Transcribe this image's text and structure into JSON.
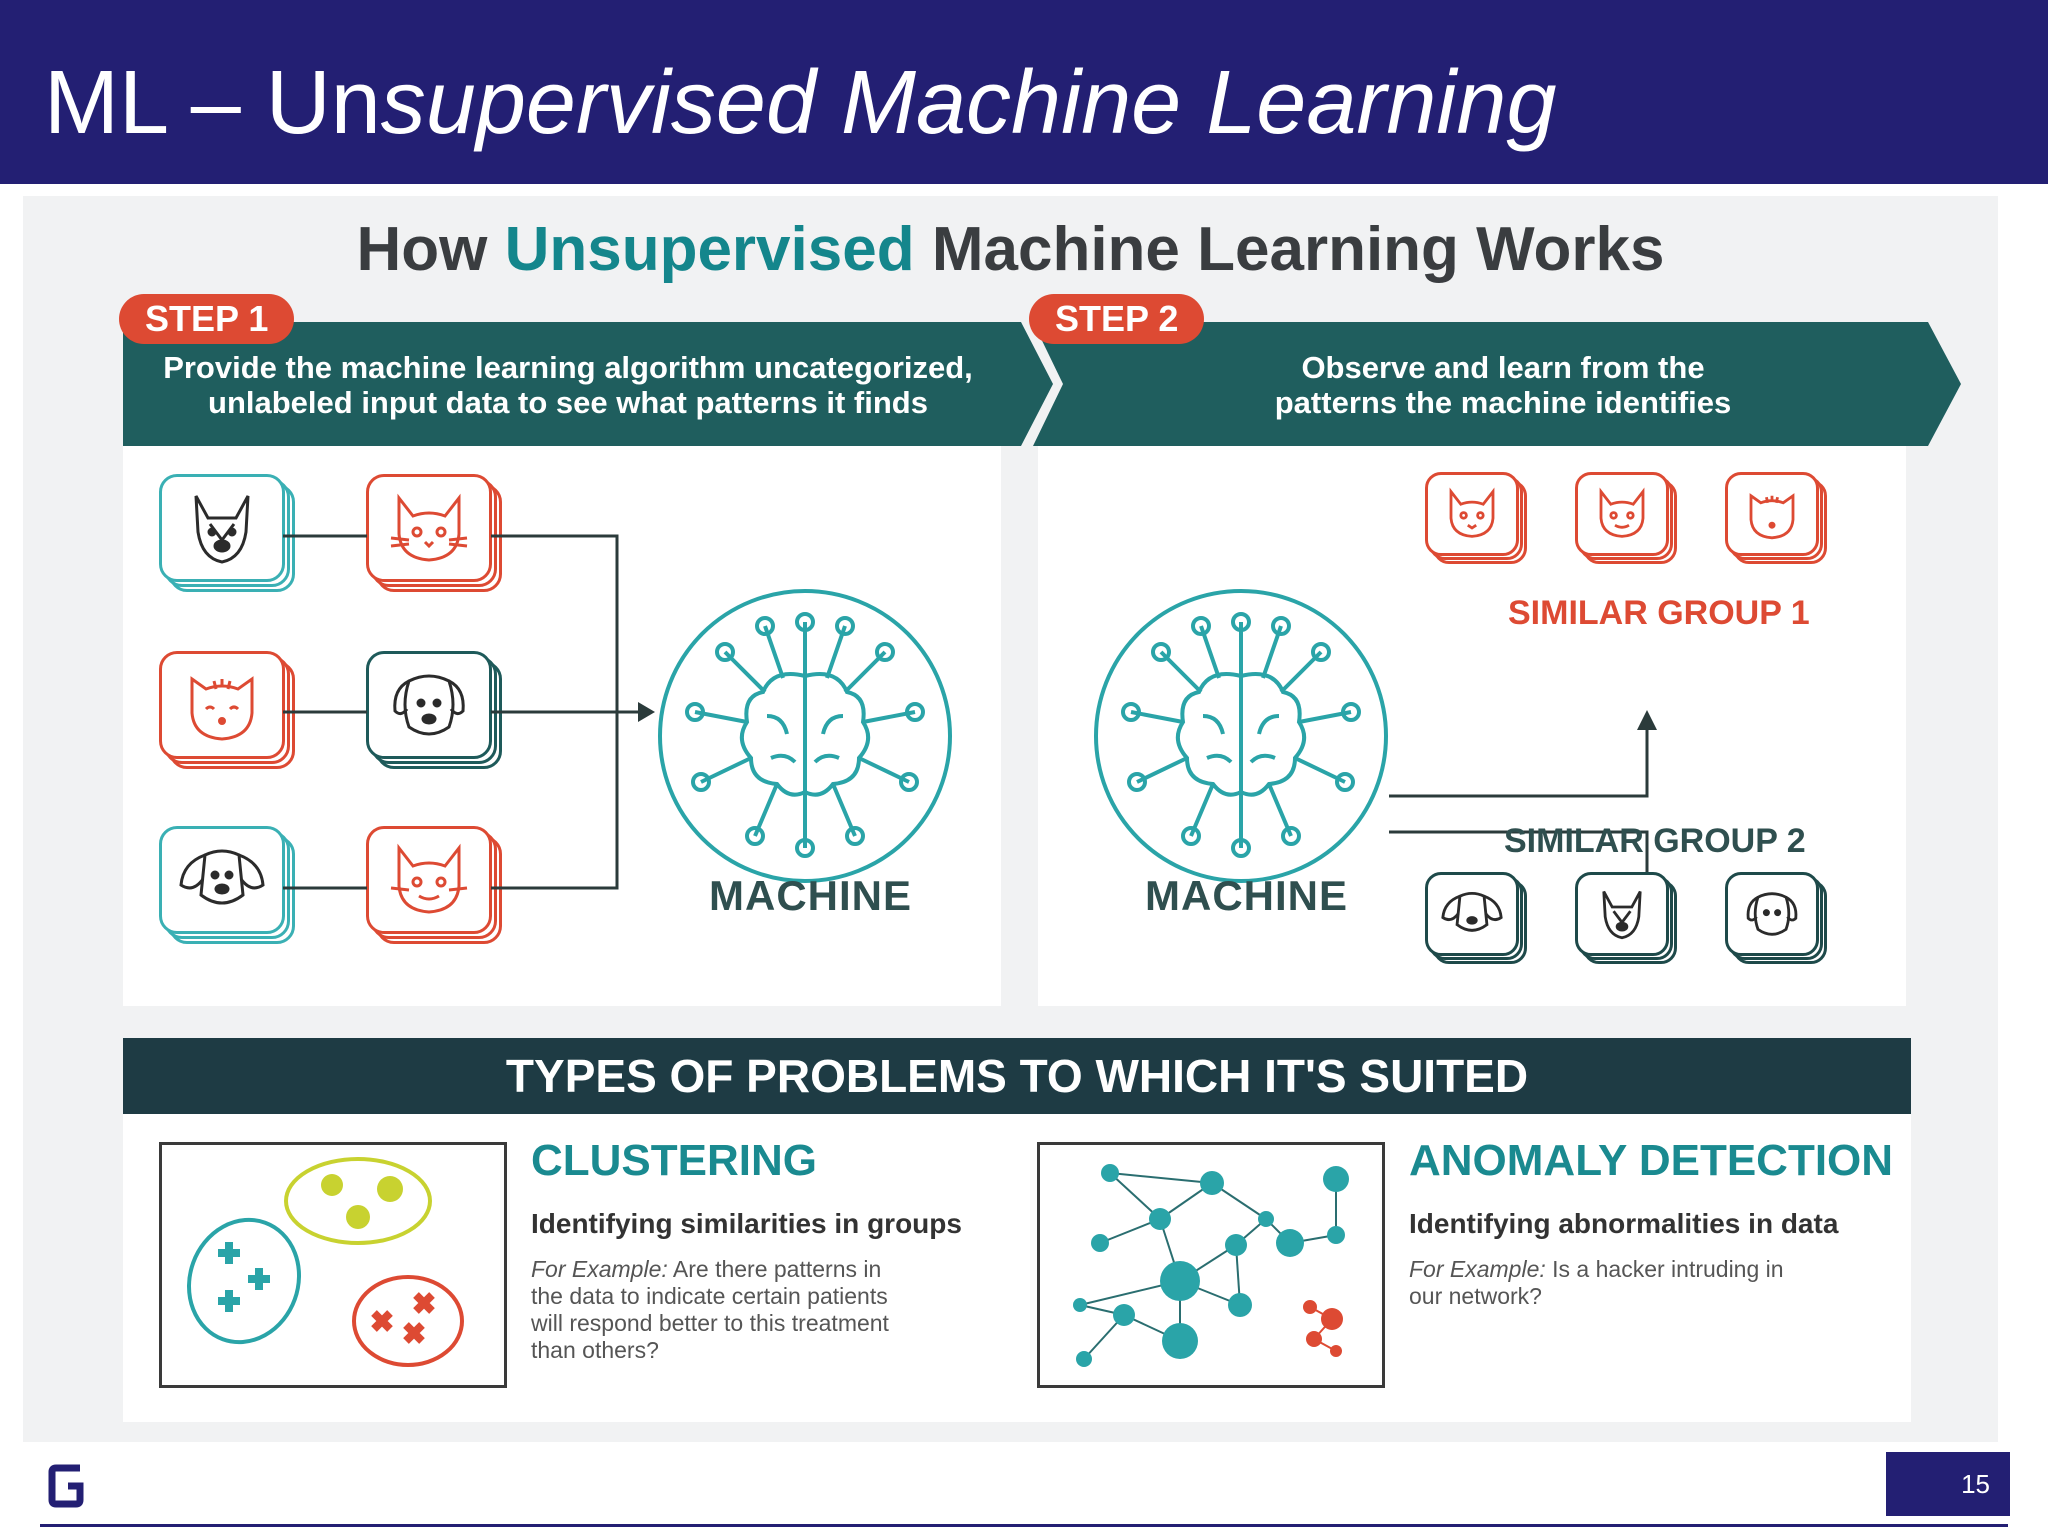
{
  "slide": {
    "title_plain": "ML – Un",
    "title_italic": "supervised Machine Learning",
    "page_number": "15"
  },
  "infographic": {
    "title_pre": "How ",
    "title_accent": "Unsupervised",
    "title_post": " Machine Learning Works",
    "step1": {
      "label": "STEP 1",
      "text_line1": "Provide the machine learning algorithm uncategorized,",
      "text_line2": "unlabeled input data to see what patterns it finds",
      "machine_label": "MACHINE"
    },
    "step2": {
      "label": "STEP 2",
      "text_line1": "Observe and learn from the",
      "text_line2": "patterns the machine identifies",
      "machine_label": "MACHINE",
      "group1_label": "SIMILAR GROUP 1",
      "group2_label": "SIMILAR GROUP 2"
    },
    "types_heading": "TYPES OF PROBLEMS TO WHICH IT'S SUITED",
    "clustering": {
      "title": "CLUSTERING",
      "subtitle": "Identifying similarities in groups",
      "example_label": "For Example:",
      "example_line1": " Are there patterns in",
      "example_line2": "the data to indicate certain patients",
      "example_line3": "will respond better to this treatment",
      "example_line4": "than others?"
    },
    "anomaly": {
      "title": "ANOMALY DETECTION",
      "subtitle": "Identifying abnormalities in data",
      "example_label": "For Example:",
      "example_line1": " Is a hacker intruding in",
      "example_line2": "our network?"
    }
  },
  "colors": {
    "header_bg": "#231f73",
    "teal": "#1a8a90",
    "banner_teal": "#1f5e5e",
    "step_red": "#dd4a33",
    "types_banner": "#1e3b44"
  },
  "icons": [
    "dog-icon",
    "cat-icon",
    "brain-circuit-icon",
    "plus-icon",
    "x-icon",
    "logo-icon"
  ]
}
